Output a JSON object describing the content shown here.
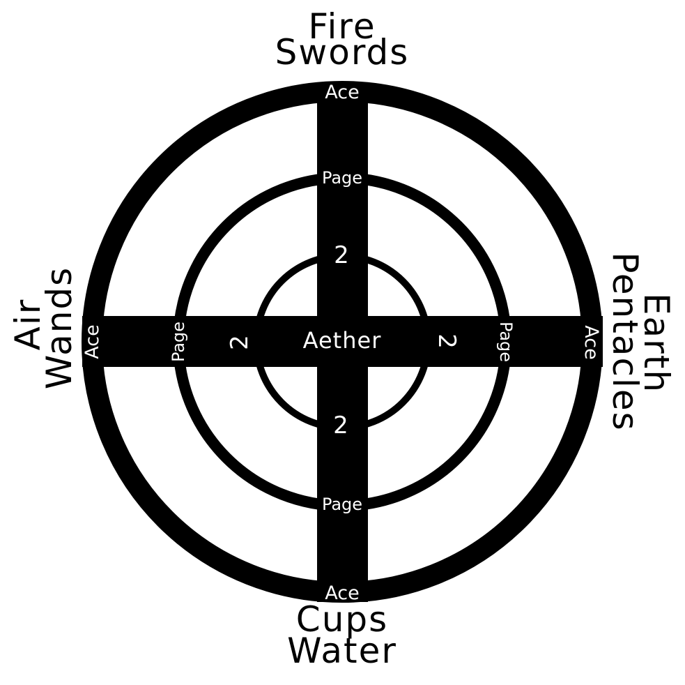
{
  "colors": {
    "ink": "#000000",
    "paper": "#ffffff"
  },
  "labels": {
    "top": {
      "element": "Fire",
      "suit": "Swords"
    },
    "bottom": {
      "suit": "Cups",
      "element": "Water"
    },
    "left": {
      "element": "Air",
      "suit": "Wands"
    },
    "right": {
      "element": "Earth",
      "suit": "Pentacles"
    },
    "center": "Aether",
    "outer_ring": "Ace",
    "middle_ring": "Page",
    "inner_ring": "2"
  }
}
